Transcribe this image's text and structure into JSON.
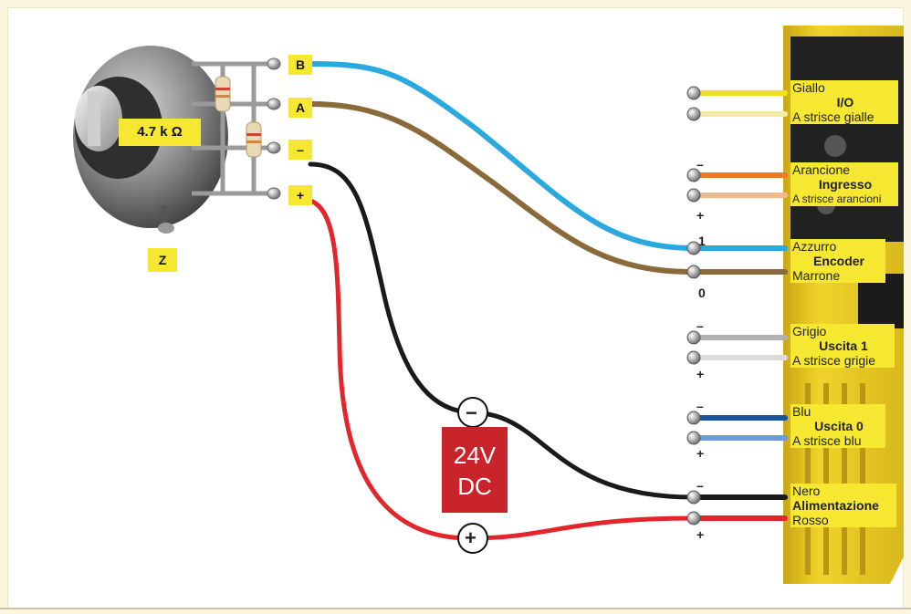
{
  "terminals": {
    "b": "B",
    "a": "A",
    "minus": "–",
    "plus": "+"
  },
  "resistor_label": "4.7 k Ω",
  "z_label": "Z",
  "power_supply": {
    "line1": "24V",
    "line2": "DC"
  },
  "polarity": {
    "minus": "−",
    "plus": "+"
  },
  "connector_labels": {
    "io": {
      "top": "Giallo",
      "title": "I/O",
      "bottom": "A strisce gialle"
    },
    "input": {
      "top": "Arancione",
      "title": "Ingresso",
      "bottom": "A strisce arancioni"
    },
    "encoder": {
      "top": "Azzurro",
      "title": "Encoder",
      "bottom": "Marrone"
    },
    "output1": {
      "top": "Grigio",
      "title": "Uscita 1",
      "bottom": "A strisce grigie"
    },
    "output0": {
      "top": "Blu",
      "title": "Uscita 0",
      "bottom": "A strisce blu"
    },
    "power": {
      "top": "Nero",
      "title": "Alimentazione",
      "bottom": "Rosso"
    }
  },
  "pin_signs": {
    "input_minus": "–",
    "input_plus": "+",
    "encoder_one": "1",
    "encoder_zero": "0",
    "output1_minus": "–",
    "output1_plus": "+",
    "output0_minus": "–",
    "output0_plus": "+",
    "power_minus": "–",
    "power_plus": "+"
  },
  "colors": {
    "label_bg": "#f6e830",
    "wire_blue": "#29a9e0",
    "wire_brown": "#8a6a3a",
    "wire_black": "#1a1a1a",
    "wire_red": "#e3262c",
    "psu": "#c8242a",
    "module": "#e8c81e"
  }
}
